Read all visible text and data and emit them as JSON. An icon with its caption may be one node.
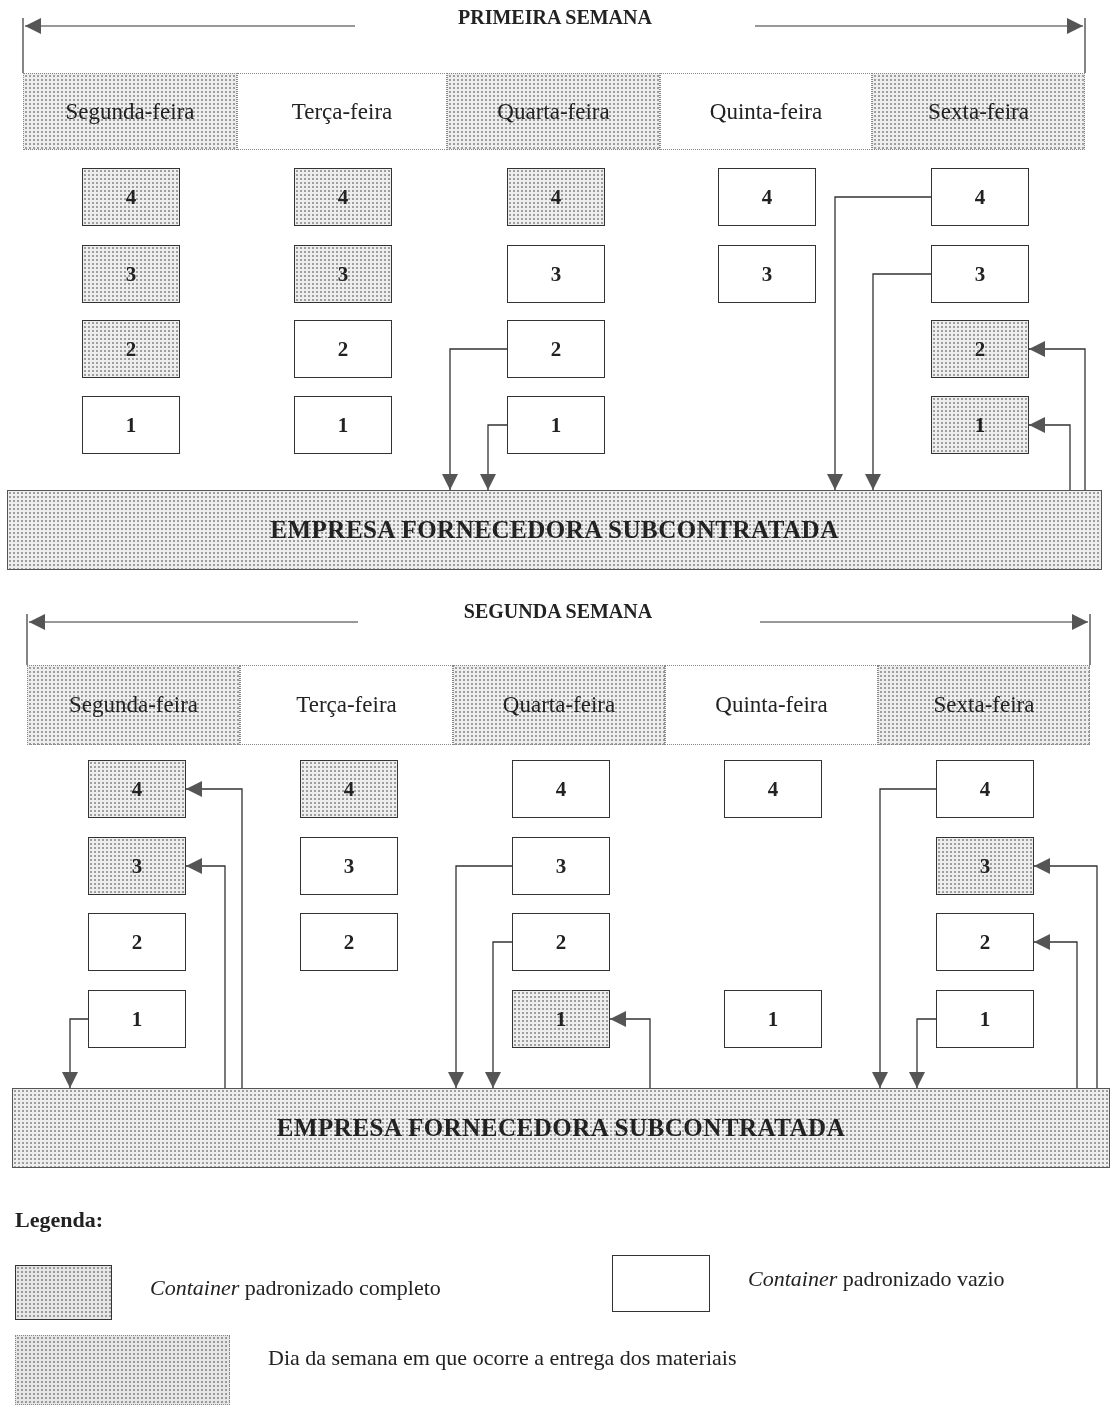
{
  "diagram": {
    "nodes": [
      {
        "text": [
          "Segunda-feira"
        ]
      },
      {
        "text": [
          "Terça-feira"
        ]
      },
      {
        "text": [
          "Quarta-feira"
        ]
      },
      {
        "text": [
          "Quinta-feira"
        ]
      },
      {
        "text": [
          "Sexta-feira"
        ]
      },
      {
        "text": [
          "4"
        ]
      },
      {
        "text": [
          "3"
        ]
      },
      {
        "text": [
          "2"
        ]
      },
      {
        "text": [
          "1"
        ]
      },
      {
        "text": [
          "4"
        ]
      },
      {
        "text": [
          "3"
        ]
      },
      {
        "text": [
          "2"
        ]
      },
      {
        "text": [
          "1"
        ]
      },
      {
        "text": [
          "4"
        ]
      },
      {
        "text": [
          "3"
        ]
      },
      {
        "text": [
          "2"
        ]
      },
      {
        "text": [
          "1"
        ]
      },
      {
        "text": [
          "4"
        ]
      },
      {
        "text": [
          "3"
        ]
      },
      {
        "text": [
          "4"
        ]
      },
      {
        "text": [
          "3"
        ]
      },
      {
        "text": [
          "2"
        ]
      },
      {
        "text": [
          "1"
        ]
      },
      {
        "text": [
          "EMPRESA FORNECEDORA SUBCONTRATADA"
        ]
      },
      {
        "text": [
          "Segunda-feira"
        ]
      },
      {
        "text": [
          "Terça-feira"
        ]
      },
      {
        "text": [
          "Quarta-feira"
        ]
      },
      {
        "text": [
          "Quinta-feira"
        ]
      },
      {
        "text": [
          "Sexta-feira"
        ]
      },
      {
        "text": [
          "4"
        ]
      },
      {
        "text": [
          "3"
        ]
      },
      {
        "text": [
          "2"
        ]
      },
      {
        "text": [
          "1"
        ]
      },
      {
        "text": [
          "4"
        ]
      },
      {
        "text": [
          "3"
        ]
      },
      {
        "text": [
          "2"
        ]
      },
      {
        "text": [
          "4"
        ]
      },
      {
        "text": [
          "3"
        ]
      },
      {
        "text": [
          "2"
        ]
      },
      {
        "text": [
          "1"
        ]
      },
      {
        "text": [
          "4"
        ]
      },
      {
        "text": [
          "1"
        ]
      },
      {
        "text": [
          "4"
        ]
      },
      {
        "text": [
          "3"
        ]
      },
      {
        "text": [
          "2"
        ]
      },
      {
        "text": [
          "1"
        ]
      },
      {
        "text": [
          "EMPRESA FORNECEDORA SUBCONTRATADA"
        ]
      }
    ],
    "edges": [
      {
        "from": 15,
        "to": 23,
        "arrow": "to"
      },
      {
        "from": 16,
        "to": 23,
        "arrow": "to"
      },
      {
        "from": 19,
        "to": 23,
        "arrow": "to"
      },
      {
        "from": 20,
        "to": 23,
        "arrow": "to"
      },
      {
        "from": 23,
        "to": 21,
        "arrow": "to"
      },
      {
        "from": 23,
        "to": 22,
        "arrow": "to"
      },
      {
        "from": 32,
        "to": 46,
        "arrow": "to"
      },
      {
        "from": 46,
        "to": 29,
        "arrow": "to"
      },
      {
        "from": 46,
        "to": 30,
        "arrow": "to"
      },
      {
        "from": 37,
        "to": 46,
        "arrow": "to"
      },
      {
        "from": 38,
        "to": 46,
        "arrow": "to"
      },
      {
        "from": 46,
        "to": 39,
        "arrow": "to"
      },
      {
        "from": 42,
        "to": 46,
        "arrow": "to"
      },
      {
        "from": 45,
        "to": 46,
        "arrow": "to"
      },
      {
        "from": 46,
        "to": 43,
        "arrow": "to"
      },
      {
        "from": 46,
        "to": 44,
        "arrow": "to"
      }
    ],
    "labels": [
      "PRIMEIRA SEMANA",
      "SEGUNDA SEMANA",
      "Legenda:"
    ],
    "legend": [
      {
        "text": "*Container* padronizado completo",
        "color": "#e6e6e6"
      },
      {
        "text": "*Container* padronizado vazio",
        "color": "#ffffff"
      },
      {
        "text": "Dia da semana em que ocorre a entrega dos materiais",
        "color": "#e6e6e6"
      }
    ]
  }
}
